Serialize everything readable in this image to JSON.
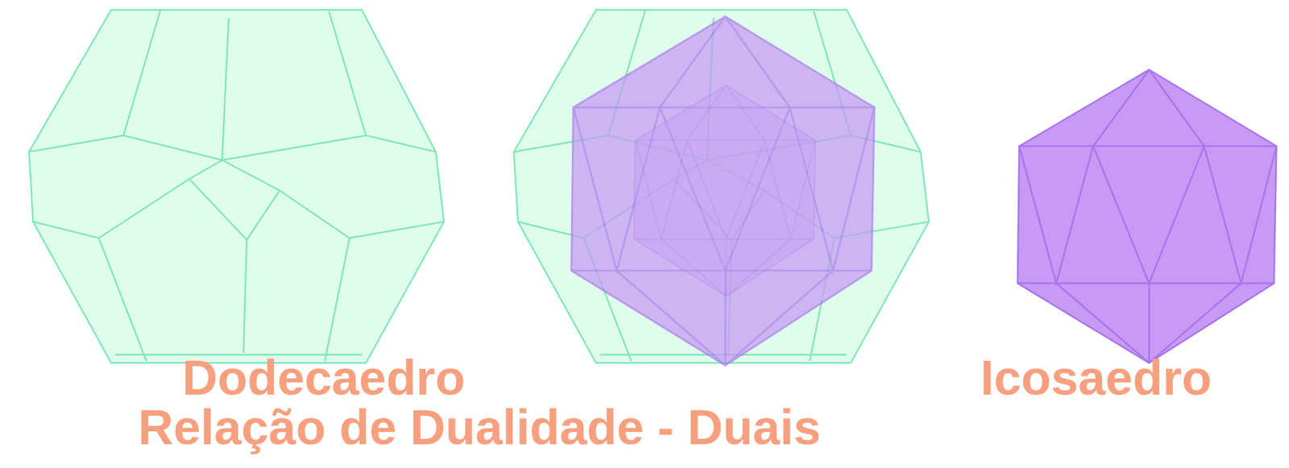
{
  "diagram": {
    "labels": [
      "Dodecaedro",
      "Relação de Dualidade - Duais",
      "Icosaedro"
    ]
  }
}
